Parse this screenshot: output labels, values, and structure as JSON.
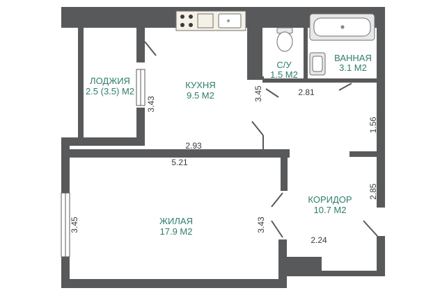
{
  "colors": {
    "wall": "#58595b",
    "room_label": "#2e7d6b",
    "dimension": "#3a3a3a",
    "fixture_stroke": "#6e6e6e",
    "fixture_fill": "#e8e8e8",
    "counter_fill": "#f5f1e6"
  },
  "rooms": {
    "loggia": {
      "name": "ЛОДЖИЯ",
      "area": "2.5 (3.5) М2"
    },
    "kitchen": {
      "name": "КУХНЯ",
      "area": "9.5 М2"
    },
    "wc": {
      "name": "С/У",
      "area": "1.5 М2"
    },
    "bath": {
      "name": "ВАННАЯ",
      "area": "3.1 М2"
    },
    "living": {
      "name": "ЖИЛАЯ",
      "area": "17.9 М2"
    },
    "corridor": {
      "name": "КОРИДОР",
      "area": "10.7 М2"
    }
  },
  "dimensions": {
    "loggia_height": "3.43",
    "kitchen_width": "2.93",
    "kitchen_wall": "3.45",
    "bath_width": "2.81",
    "corridor_upper": "1.56",
    "living_width": "5.21",
    "living_left": "3.45",
    "living_right": "3.43",
    "corridor_lower": "2.85",
    "corridor_width": "2.24"
  },
  "icons": [
    "stove-icon",
    "sink-icon",
    "toilet-icon",
    "bathtub-icon",
    "washbasin-icon",
    "window-icon"
  ]
}
